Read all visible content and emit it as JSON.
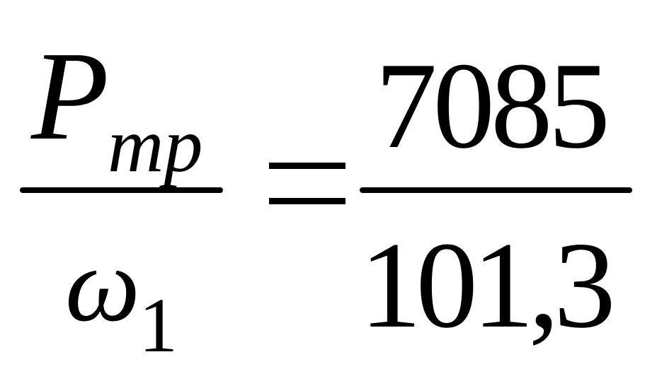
{
  "formula": {
    "left": {
      "numerator": {
        "symbol": "P",
        "subscript": "тр"
      },
      "denominator": {
        "symbol": "ω",
        "subscript": "1"
      }
    },
    "operator": "=",
    "right": {
      "numerator": "7085",
      "denominator": "101,3"
    }
  }
}
